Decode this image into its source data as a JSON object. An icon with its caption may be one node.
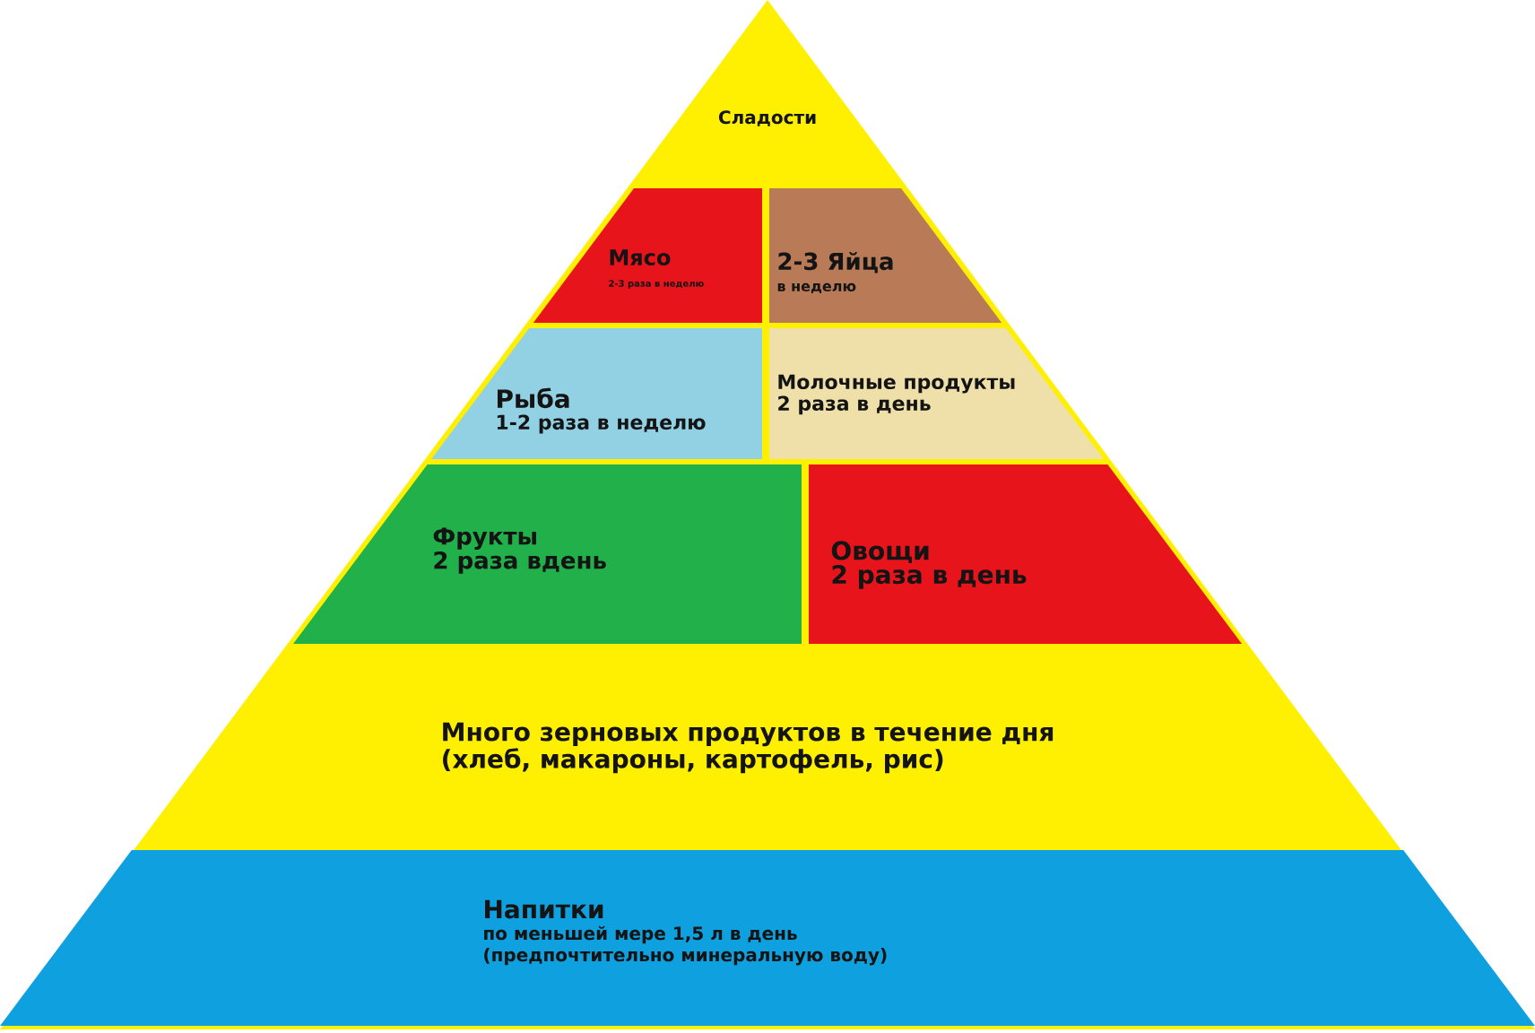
{
  "diagram": {
    "nodes": [
      {
        "text": [
          "Сладости"
        ]
      },
      {
        "text": [
          "Мясо",
          "2-3 раза в неделю"
        ]
      },
      {
        "text": [
          "2-3 Яйца",
          "в неделю"
        ]
      },
      {
        "text": [
          "Рыба",
          "1-2 раза в неделю"
        ]
      },
      {
        "text": [
          "Молочные продукты",
          "2 раза в день"
        ]
      },
      {
        "text": [
          "Фрукты",
          "2 раза вдень"
        ]
      },
      {
        "text": [
          "Овощи",
          "2 раза в день"
        ]
      },
      {
        "text": [
          "Много зерновых продуктов в течение дня",
          "(хлеб, макароны, картофель, рис)"
        ]
      },
      {
        "text": [
          "Напитки",
          "по меньшей мере 1,5 л в день",
          "(предпочтительно минеральную воду)"
        ]
      }
    ]
  }
}
